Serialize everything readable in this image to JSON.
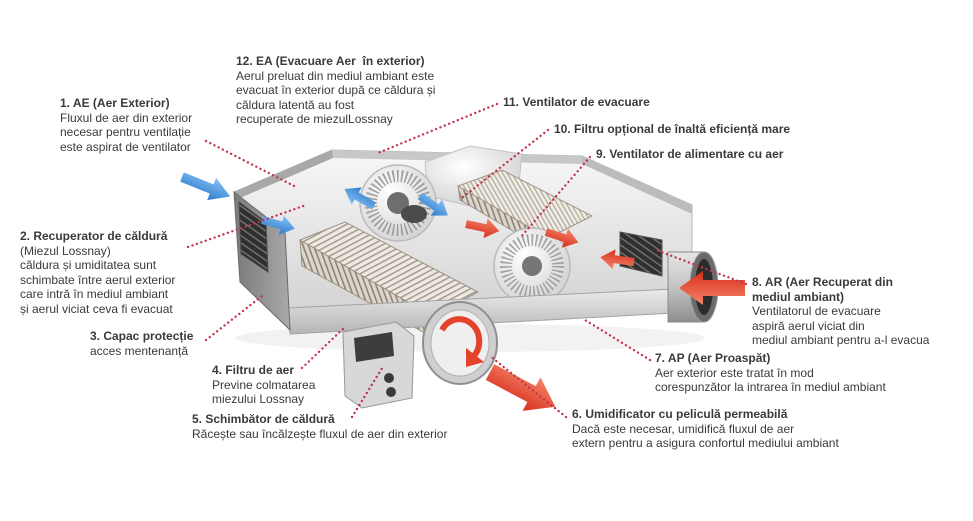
{
  "diagram": {
    "labels": {
      "ea": {
        "title": "12. EA (Evacuare Aer  în exterior)",
        "lines": [
          "Aerul preluat din mediul ambiant este",
          "evacuat în exterior după ce căldura și",
          "căldura latentă au fost",
          "recuperate de miezulLossnay"
        ]
      },
      "ae": {
        "title": "1. AE (Aer Exterior)",
        "lines": [
          "Fluxul de aer din exterior",
          "necesar pentru ventilație",
          "este aspirat de ventilator"
        ]
      },
      "ventilator_evacuare": {
        "title": "11. Ventilator de evacuare"
      },
      "filtru_optional": {
        "title": "10. Filtru opțional de înaltă eficiență mare"
      },
      "ventilator_alimentare": {
        "title": "9. Ventilator de alimentare cu aer"
      },
      "recuperator": {
        "title": "2. Recuperator de căldură",
        "lines": [
          "(Miezul Lossnay)",
          "căldura și umiditatea sunt",
          "schimbate între aerul exterior",
          "care intră în mediul ambiant",
          "și aerul viciat ceva fi evacuat"
        ]
      },
      "ar": {
        "title": [
          "8. AR (Aer Recuperat din",
          "mediul ambiant)"
        ],
        "lines": [
          "Ventilatorul de evacuare",
          "aspiră aerul viciat din",
          "mediul ambiant pentru a-l evacua"
        ]
      },
      "capac": {
        "title": "3. Capac protecție",
        "lines": [
          "acces mentenanță"
        ]
      },
      "ap": {
        "title": "7. AP (Aer Proaspăt)",
        "lines": [
          "Aer exterior este tratat în mod",
          "corespunzător la intrarea în mediul ambiant"
        ]
      },
      "filtru_aer": {
        "title": "4. Filtru de aer",
        "lines": [
          "Previne colmatarea",
          "miezului Lossnay"
        ]
      },
      "schimbator": {
        "title": "5. Schimbător de căldură",
        "lines": [
          "Răcește sau încălzește fluxul de aer din exterior"
        ]
      },
      "umidificator": {
        "title": "6. Umidificator cu peliculă permeabilă",
        "lines": [
          "Dacă este necesar, umidifică fluxul de aer",
          "extern pentru a asigura confortul mediului ambiant"
        ]
      }
    }
  },
  "colors": {
    "text": "#3a3a3a",
    "leader": "#c3334b",
    "arrow_blue": "#3b86d6",
    "arrow_red": "#e2432a"
  }
}
